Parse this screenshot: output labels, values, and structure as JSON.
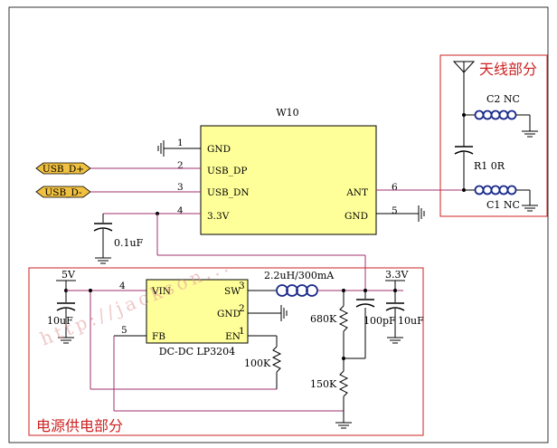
{
  "w10": {
    "title": "W10",
    "pins": {
      "gnd": {
        "num": "1",
        "label": "GND"
      },
      "usb_dp": {
        "num": "2",
        "label": "USB_DP"
      },
      "usb_dn": {
        "num": "3",
        "label": "USB_DN"
      },
      "v33": {
        "num": "4",
        "label": "3.3V"
      },
      "ant": {
        "num": "6",
        "label": "ANT"
      },
      "gnd2": {
        "num": "5",
        "label": "GND"
      }
    },
    "body_color": "#ffff99"
  },
  "ports": {
    "usb_dp": "USB_D+",
    "usb_dn": "USB_D-"
  },
  "cap_main": "0.1uF",
  "antenna": {
    "title": "天线部分",
    "c2": "C2 NC",
    "r1": "R1 0R",
    "c1": "C1 NC"
  },
  "power": {
    "title": "电源供电部分",
    "in_voltage": "5V",
    "out_voltage": "3.3V",
    "cap_in": "10uF",
    "inductor": "2.2uH/300mA",
    "r_top": "680K",
    "cap_out1": "100pF",
    "cap_out2": "10uF",
    "r_enable": "100K",
    "r_bottom": "150K",
    "ic": {
      "name": "DC-DC LP3204",
      "vin": {
        "num": "4",
        "label": "VIN"
      },
      "sw": {
        "num": "3",
        "label": "SW"
      },
      "gnd": {
        "num": "2",
        "label": "GND"
      },
      "fb": {
        "num": "5",
        "label": "FB"
      },
      "en": {
        "num": "1",
        "label": "EN"
      }
    }
  },
  "watermark": "http://jackson...",
  "colors": {
    "wire": "#000000",
    "signal": "#a0306e",
    "frame": "#cc2222",
    "chip": "#ffff99",
    "port": "#f0c040",
    "inductor": "#1a2a8a"
  }
}
